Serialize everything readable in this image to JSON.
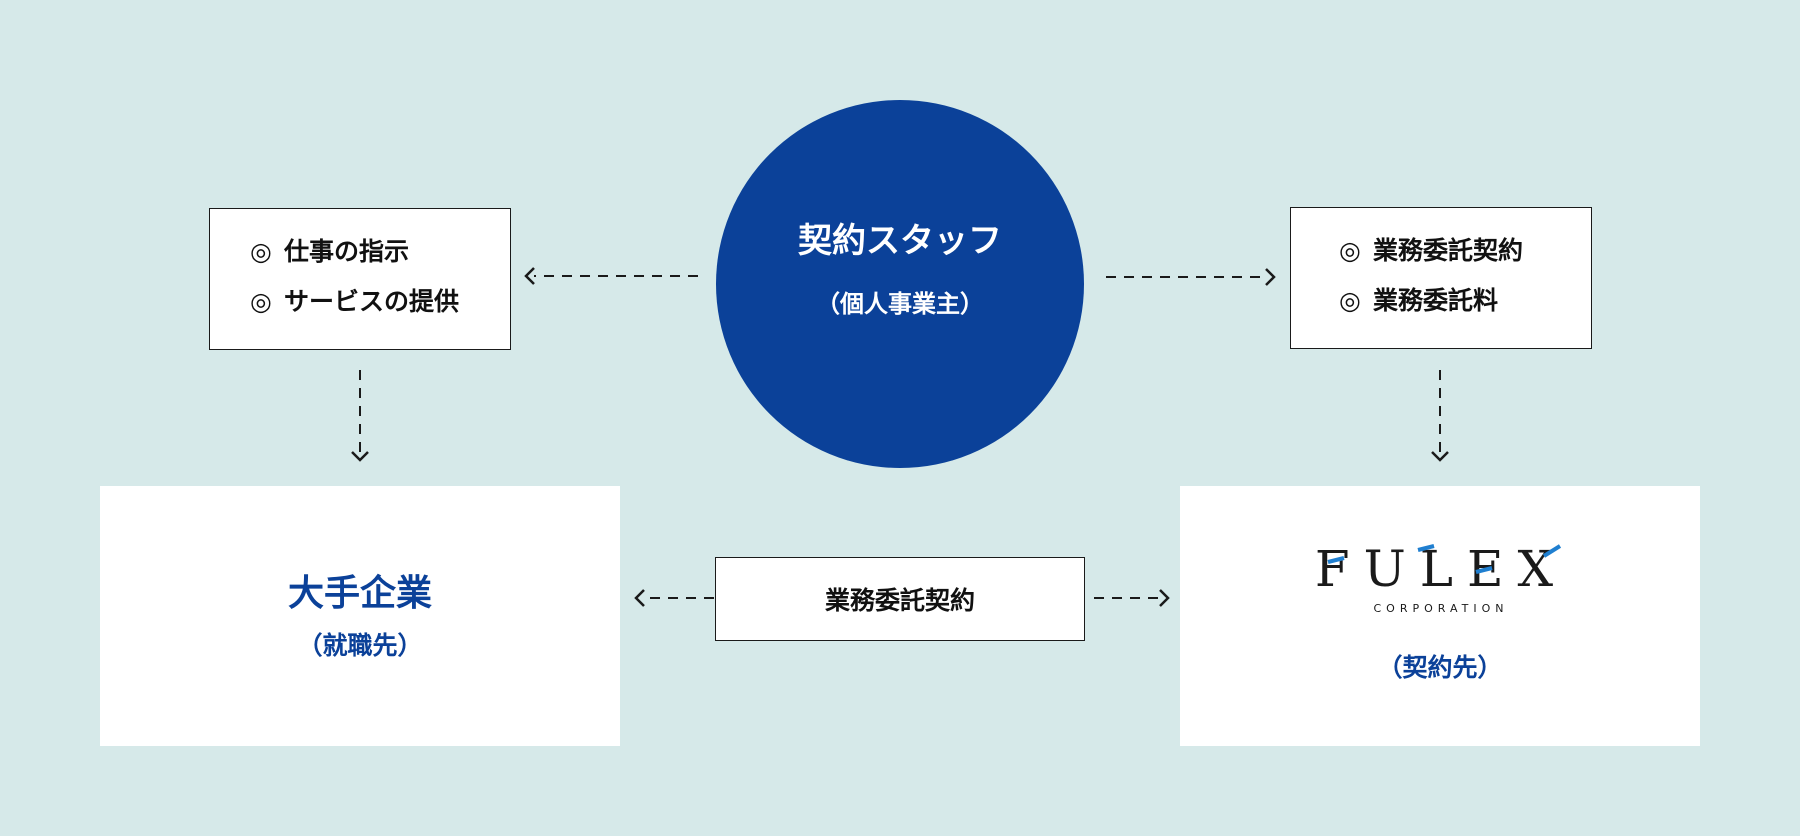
{
  "center": {
    "title": "契約スタッフ",
    "subtitle": "（個人事業主）"
  },
  "left_box": {
    "items": [
      "仕事の指示",
      "サービスの提供"
    ],
    "bullet": "◎"
  },
  "right_box": {
    "items": [
      "業務委託契約",
      "業務委託料"
    ],
    "bullet": "◎"
  },
  "middle_box": {
    "label": "業務委託契約"
  },
  "left_panel": {
    "title": "大手企業",
    "subtitle": "（就職先）"
  },
  "right_panel": {
    "logo_text": "FULEX",
    "logo_sub": "CORPORATION",
    "subtitle": "（契約先）"
  },
  "colors": {
    "background": "#d6e9e9",
    "brand_blue": "#0b4199",
    "logo_accent": "#1f7fd0"
  }
}
